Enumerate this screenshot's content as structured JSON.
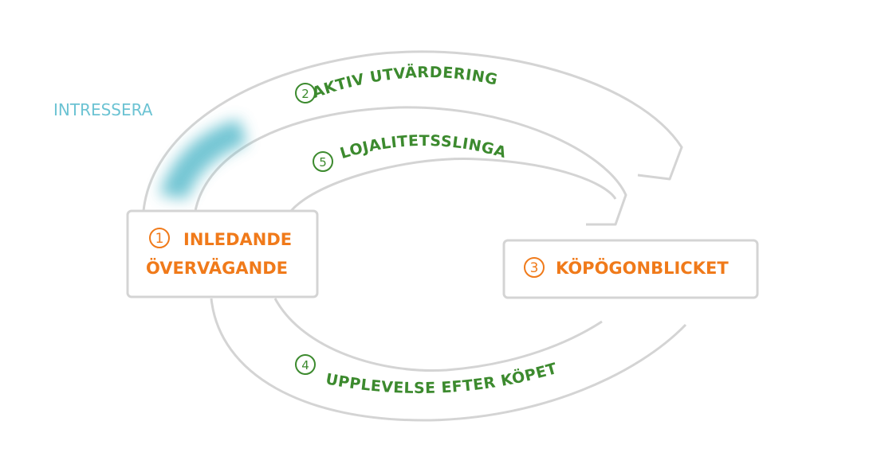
{
  "colors": {
    "orange": "#f07a1a",
    "green": "#3c8a2e",
    "teal": "#6cc3d3",
    "outline": "#d4d4d4"
  },
  "highlight_label": "INTRESSERA",
  "boxes": [
    {
      "number": "1",
      "lines": [
        "INLEDANDE",
        "ÖVERVÄGANDE"
      ]
    },
    {
      "number": "3",
      "lines": [
        "KÖPÖGONBLICKET"
      ]
    }
  ],
  "arcs": [
    {
      "number": "2",
      "label": "AKTIV UTVÄRDERING"
    },
    {
      "number": "5",
      "label": "LOJALITETSSLINGA"
    },
    {
      "number": "4",
      "label": "UPPLEVELSE EFTER KÖPET"
    }
  ]
}
